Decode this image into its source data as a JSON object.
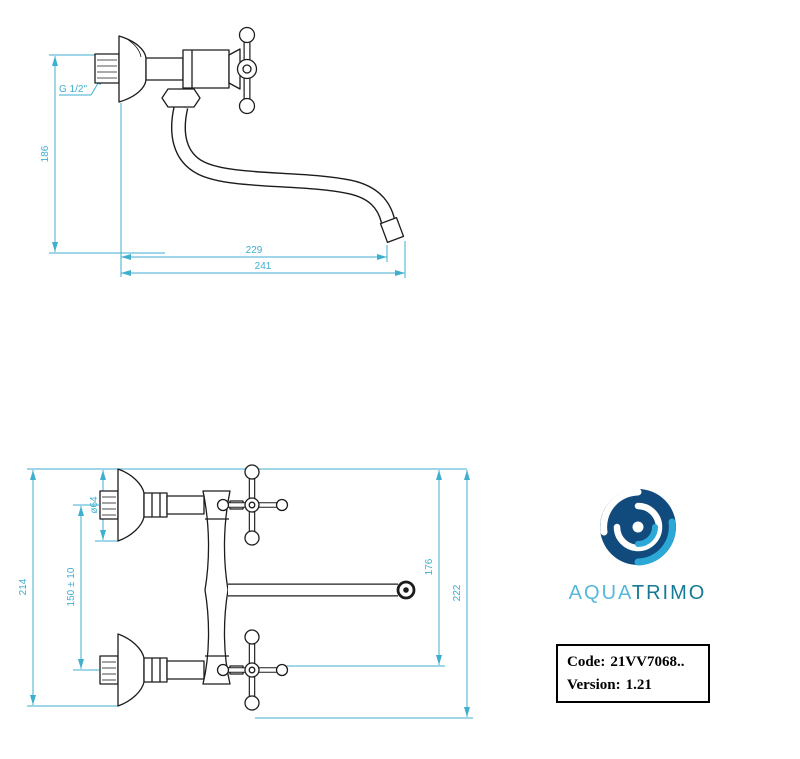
{
  "colors": {
    "line": "#1c1c1c",
    "dimension": "#3fafd0",
    "logo_navy": "#114a7d",
    "logo_cyan": "#2ba8d6",
    "brand_light_blue": "#56b8da",
    "brand_dark_teal": "#157a96"
  },
  "top_view": {
    "thread_label": "G 1/2\"",
    "dims": {
      "height": "186",
      "spout_reach": "229",
      "overall_reach": "241"
    }
  },
  "front_view": {
    "dims": {
      "flange_diameter": "ø64",
      "inlet_spacing": "150 ± 10",
      "overall_height_left": "214",
      "spout_drop": "176",
      "overall_height_right": "222"
    }
  },
  "brand": {
    "name_light": "AQUA",
    "name_dark": "TRIMO"
  },
  "info_box": {
    "code_label": "Code:",
    "code_value": "21VV7068..",
    "version_label": "Version:",
    "version_value": "1.21"
  }
}
